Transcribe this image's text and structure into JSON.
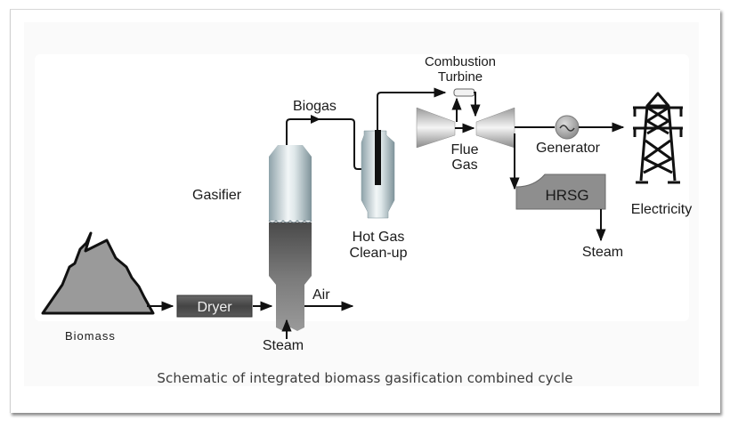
{
  "figure": {
    "caption": "Schematic of integrated biomass gasification combined cycle"
  },
  "labels": {
    "biomass": "Biomass",
    "dryer": "Dryer",
    "gasifier": "Gasifier",
    "steam_in": "Steam",
    "air": "Air",
    "biogas": "Biogas",
    "hot_gas_line1": "Hot Gas",
    "hot_gas_line2": "Clean-up",
    "combustion_line1": "Combustion",
    "combustion_line2": "Turbine",
    "flue_line1": "Flue",
    "flue_line2": "Gas",
    "generator": "Generator",
    "hrsg": "HRSG",
    "steam_out": "Steam",
    "electricity": "Electricity"
  },
  "colors": {
    "line": "#111111",
    "equipment_gray": "#8e8e8e",
    "dryer_dark": "#555555",
    "metal_light": "#e6eef0",
    "metal_dark": "#8fa3aa"
  }
}
